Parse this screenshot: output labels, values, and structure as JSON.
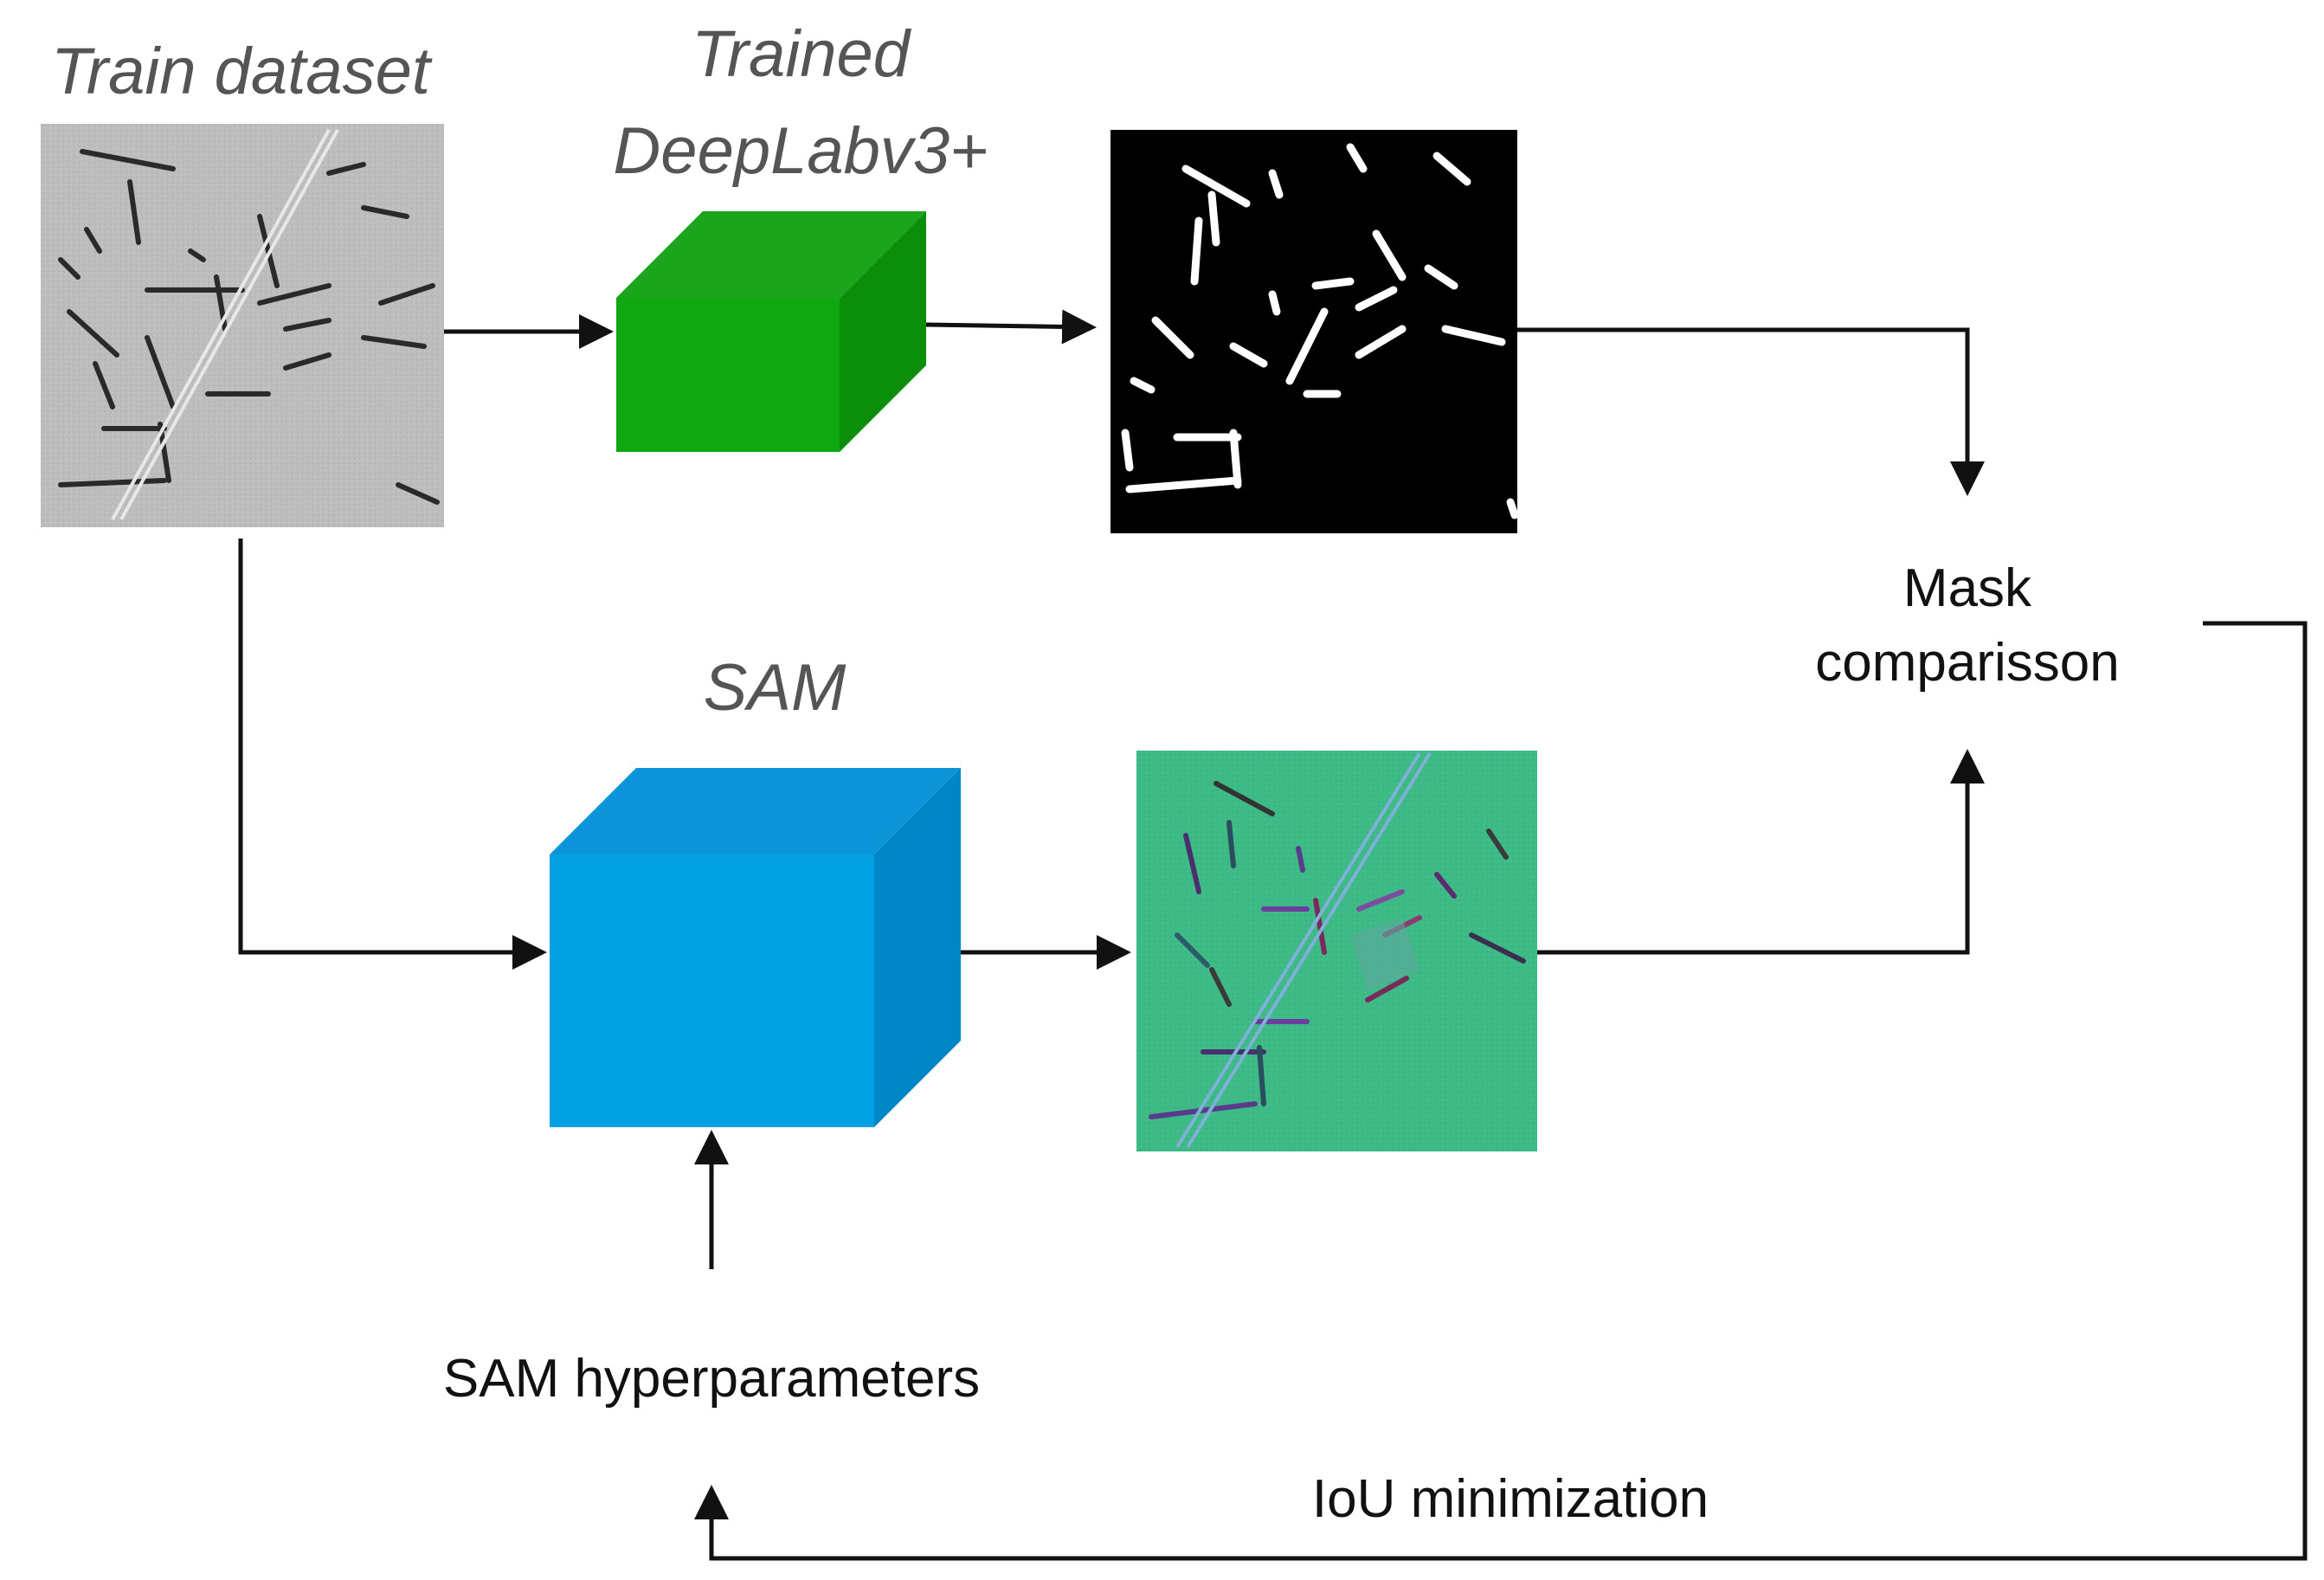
{
  "labels": {
    "train_dataset": "Train dataset",
    "trained_line1": "Trained",
    "trained_line2": "DeepLabv3+",
    "sam": "SAM",
    "mask_line1": "Mask",
    "mask_line2": "comparisson",
    "hyperparams": "SAM hyperparameters",
    "iou": "IoU minimization"
  },
  "colors": {
    "deeplab_front": "#10a810",
    "deeplab_top": "#1aa51a",
    "deeplab_side": "#0b8f0b",
    "sam_front": "#00a0e3",
    "sam_top": "#0b95d8",
    "sam_side": "#0086c6",
    "sem_bg": "#b5b5b5",
    "mask_bg": "#000000",
    "sam_output_bg": "#3dba86"
  },
  "icons": {
    "sem_image": "sem-image",
    "binary_mask": "binary-mask-image",
    "sam_mask": "sam-colored-mask-image"
  }
}
